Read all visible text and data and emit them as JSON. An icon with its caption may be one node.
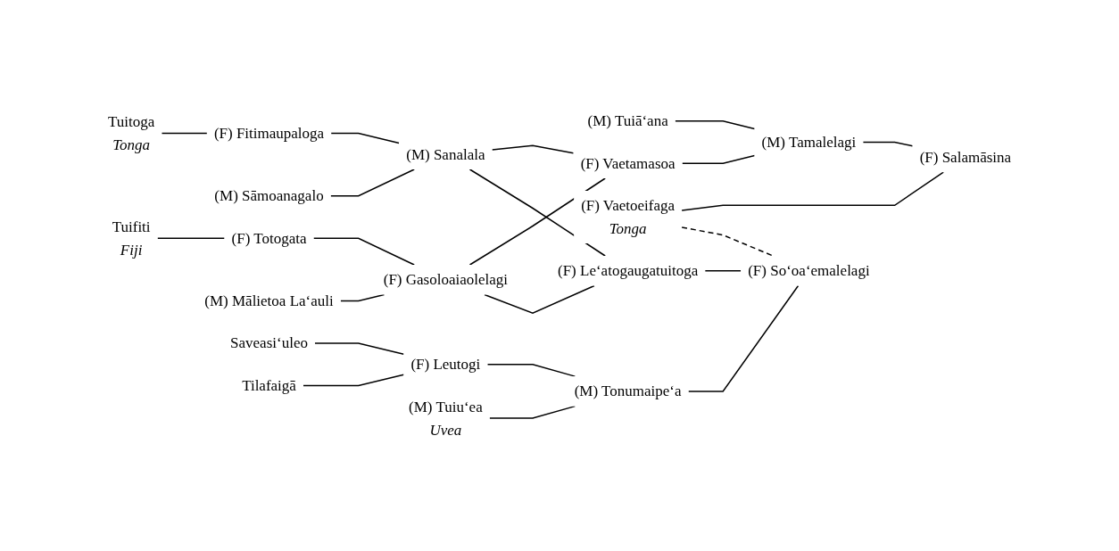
{
  "diagram": {
    "nodes": [
      {
        "text": [
          "Tuitoga",
          "Tonga"
        ]
      },
      {
        "text": [
          "(F) Fitimaupaloga"
        ]
      },
      {
        "text": [
          "(M) Sāmoanagalo"
        ]
      },
      {
        "text": [
          "(M) Sanalala"
        ]
      },
      {
        "text": [
          "(M) Tuiā‘ana"
        ]
      },
      {
        "text": [
          "(F) Vaetamasoa"
        ]
      },
      {
        "text": [
          "(M) Tamalelagi"
        ]
      },
      {
        "text": [
          "(F) Salamāsina"
        ]
      },
      {
        "text": [
          "(F) Vaetoeifaga",
          "Tonga"
        ]
      },
      {
        "text": [
          "(F) Le‘atogaugatuitoga"
        ]
      },
      {
        "text": [
          "Tuifiti",
          "Fiji"
        ]
      },
      {
        "text": [
          "(F) Totogata"
        ]
      },
      {
        "text": [
          "(F) Gasoloaiaolelagi"
        ]
      },
      {
        "text": [
          "(M) Mālietoa La‘auli"
        ]
      },
      {
        "text": [
          "(F) So‘oa‘emalelagi"
        ]
      },
      {
        "text": [
          "Saveasi‘uleo"
        ]
      },
      {
        "text": [
          "Tilafaigā"
        ]
      },
      {
        "text": [
          "(F) Leutogi"
        ]
      },
      {
        "text": [
          "(M) Tuiu‘ea",
          "Uvea"
        ]
      },
      {
        "text": [
          "(M) Tonumaipe‘a"
        ]
      }
    ],
    "edges": [
      {
        "from": 0,
        "to": 1,
        "arrow": "none"
      },
      {
        "from": 1,
        "to": 3,
        "arrow": "none"
      },
      {
        "from": 2,
        "to": 3,
        "arrow": "none"
      },
      {
        "from": 3,
        "to": 5,
        "arrow": "none"
      },
      {
        "from": 3,
        "to": 9,
        "arrow": "none"
      },
      {
        "from": 12,
        "to": 5,
        "arrow": "none"
      },
      {
        "from": 12,
        "to": 9,
        "arrow": "none"
      },
      {
        "from": 4,
        "to": 6,
        "arrow": "none"
      },
      {
        "from": 5,
        "to": 6,
        "arrow": "none"
      },
      {
        "from": 6,
        "to": 7,
        "arrow": "none"
      },
      {
        "from": 8,
        "to": 7,
        "arrow": "none"
      },
      {
        "from": 8,
        "to": 14,
        "arrow": "none",
        "style": "dashed"
      },
      {
        "from": 10,
        "to": 11,
        "arrow": "none"
      },
      {
        "from": 11,
        "to": 12,
        "arrow": "none"
      },
      {
        "from": 13,
        "to": 12,
        "arrow": "none"
      },
      {
        "from": 15,
        "to": 17,
        "arrow": "none"
      },
      {
        "from": 16,
        "to": 17,
        "arrow": "none"
      },
      {
        "from": 17,
        "to": 19,
        "arrow": "none"
      },
      {
        "from": 18,
        "to": 19,
        "arrow": "none"
      },
      {
        "from": 9,
        "to": 14,
        "arrow": "none"
      },
      {
        "from": 19,
        "to": 14,
        "arrow": "none"
      }
    ]
  }
}
